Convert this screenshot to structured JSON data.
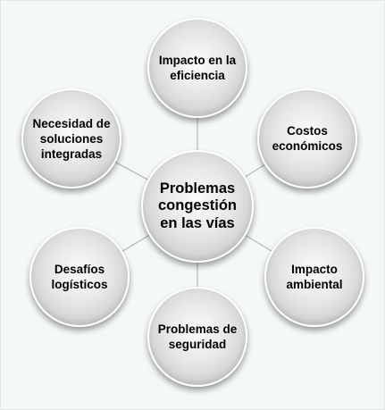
{
  "diagram": {
    "center": {
      "label": "Problemas congestión en las vías"
    },
    "nodes": [
      {
        "id": "top",
        "label": "Impacto en la eficiencia"
      },
      {
        "id": "top-right",
        "label": "Costos económicos"
      },
      {
        "id": "bottom-right",
        "label": "Impacto ambiental"
      },
      {
        "id": "bottom",
        "label": "Problemas de seguridad"
      },
      {
        "id": "bottom-left",
        "label": "Desafíos logísticos"
      },
      {
        "id": "top-left",
        "label": "Necesidad de soluciones integradas"
      }
    ],
    "colors": {
      "background": "#f4f9f7",
      "node_fill": "#d9d9d9",
      "node_border": "#ffffff",
      "connector": "#b7bcbb",
      "text": "#000000"
    }
  }
}
